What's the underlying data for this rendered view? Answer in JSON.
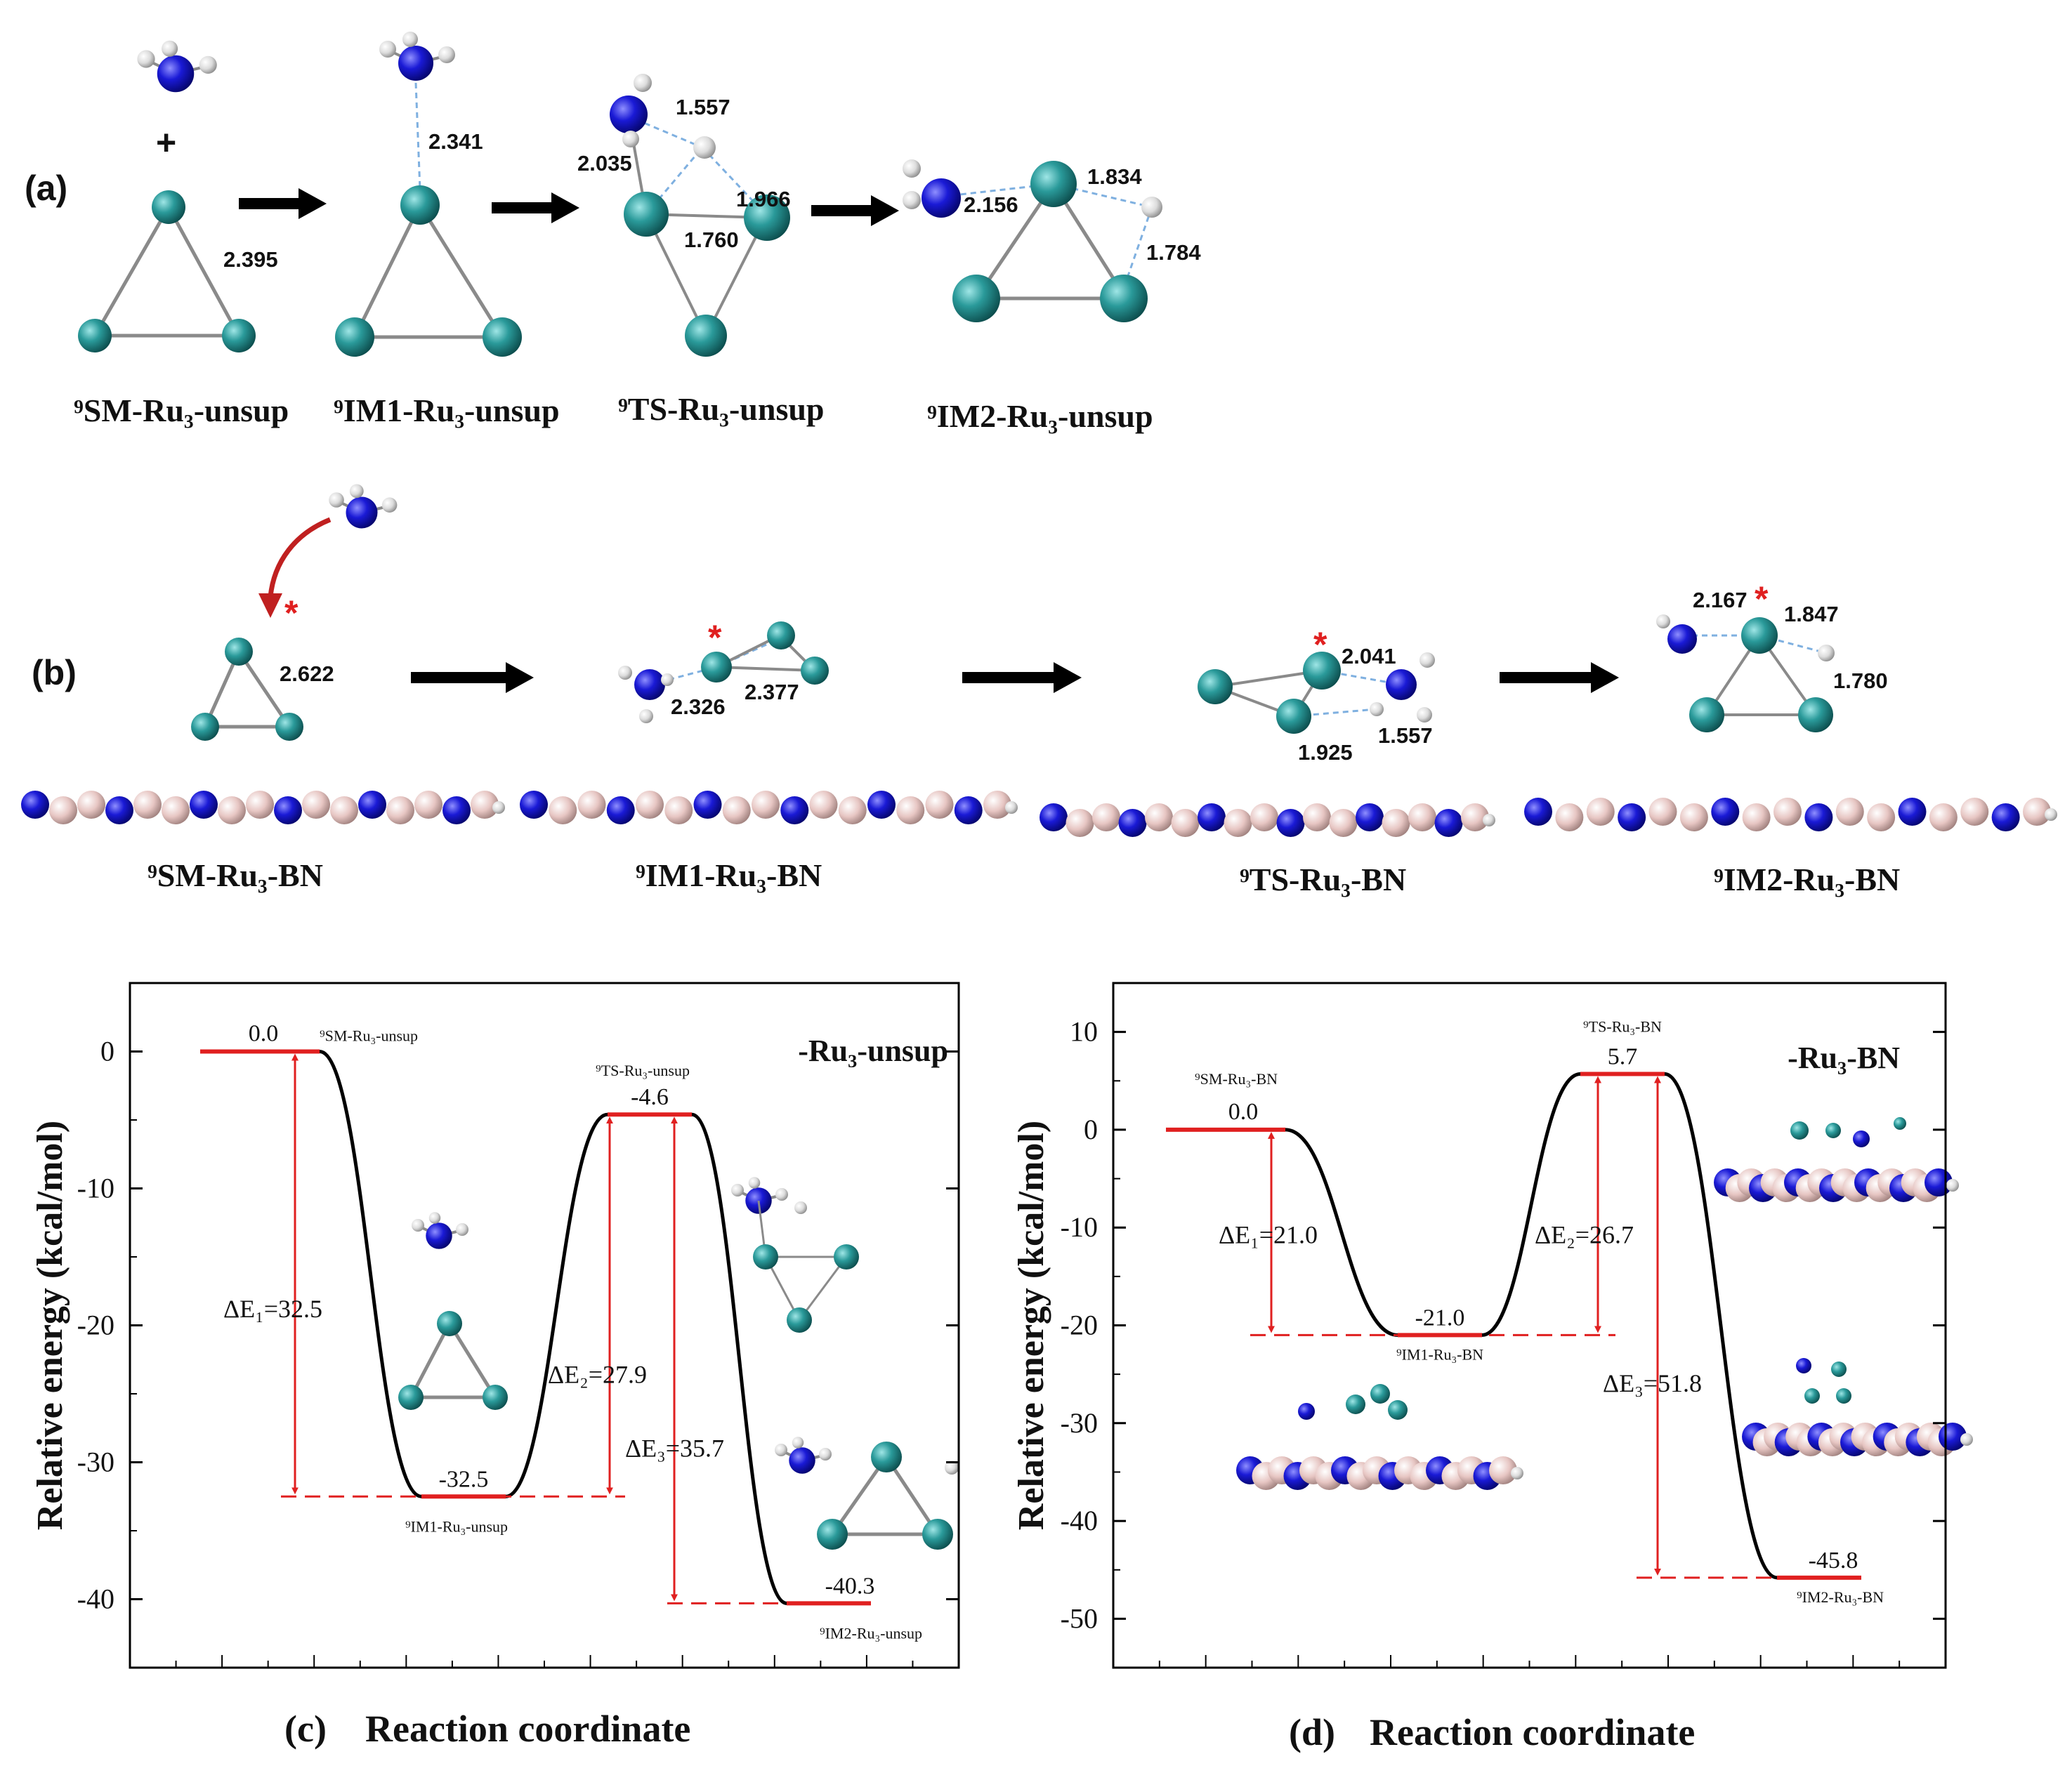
{
  "panel_labels": {
    "a": "(a)",
    "b": "(b)"
  },
  "plus_sign": "+",
  "row_a": {
    "labels": [
      "⁹SM-Ru₃-unsup",
      "⁹IM1-Ru₃-unsup",
      "⁹TS-Ru₃-unsup",
      "⁹IM2-Ru₃-unsup"
    ],
    "distances": {
      "sm": [
        "2.395"
      ],
      "im1": [
        "2.341"
      ],
      "ts": [
        "1.557",
        "2.035",
        "1.966",
        "1.760"
      ],
      "im2": [
        "2.156",
        "1.834",
        "1.784"
      ]
    }
  },
  "row_b": {
    "labels": [
      "⁹SM-Ru₃-BN",
      "⁹IM1-Ru₃-BN",
      "⁹TS-Ru₃-BN",
      "⁹IM2-Ru₃-BN"
    ],
    "distances": {
      "sm": [
        "2.622"
      ],
      "im1": [
        "2.326",
        "2.377"
      ],
      "ts": [
        "2.041",
        "1.925",
        "1.557"
      ],
      "im2": [
        "2.167",
        "1.847",
        "1.780"
      ]
    },
    "asterisk": "*"
  },
  "colors": {
    "ru": "#1f8c8c",
    "n": "#1a1ad6",
    "h": "#d8d8d8",
    "b": "#e7c6c3",
    "red": "#e02020",
    "black": "#000000"
  },
  "chart_data": [
    {
      "type": "line",
      "panel": "(c)",
      "tag": "-Ru₃-unsup",
      "xlabel": "Reaction coordinate",
      "ylabel": "Relative energy  (kcal/mol)",
      "ylim": [
        -45,
        5
      ],
      "yticks": [
        0,
        -10,
        -20,
        -30,
        -40
      ],
      "tick_labels": [
        "0",
        "-10",
        "-20",
        "-30",
        "-40"
      ],
      "states": [
        {
          "name": "⁹SM-Ru₃-unsup",
          "energy": 0.0,
          "value_label": "0.0"
        },
        {
          "name": "⁹IM1-Ru₃-unsup",
          "energy": -32.5,
          "value_label": "-32.5"
        },
        {
          "name": "⁹TS-Ru₃-unsup",
          "energy": -4.6,
          "value_label": "-4.6"
        },
        {
          "name": "⁹IM2-Ru₃-unsup",
          "energy": -40.3,
          "value_label": "-40.3"
        }
      ],
      "annotations": [
        "ΔE₁=32.5",
        "ΔE₂=27.9",
        "ΔE₃=35.7"
      ]
    },
    {
      "type": "line",
      "panel": "(d)",
      "tag": "-Ru₃-BN",
      "xlabel": "Reaction coordinate",
      "ylabel": "Relative energy  (kcal/mol)",
      "ylim": [
        -55,
        15
      ],
      "yticks": [
        10,
        0,
        -10,
        -20,
        -30,
        -40,
        -50
      ],
      "tick_labels": [
        "10",
        "0",
        "-10",
        "-20",
        "-30",
        "-40",
        "-50"
      ],
      "states": [
        {
          "name": "⁹SM-Ru₃-BN",
          "energy": 0.0,
          "value_label": "0.0"
        },
        {
          "name": "⁹IM1-Ru₃-BN",
          "energy": -21.0,
          "value_label": "-21.0"
        },
        {
          "name": "⁹TS-Ru₃-BN",
          "energy": 5.7,
          "value_label": "5.7"
        },
        {
          "name": "⁹IM2-Ru₃-BN",
          "energy": -45.8,
          "value_label": "-45.8"
        }
      ],
      "annotations": [
        "ΔE₁=21.0",
        "ΔE₂=26.7",
        "ΔE₃=51.8"
      ]
    }
  ]
}
